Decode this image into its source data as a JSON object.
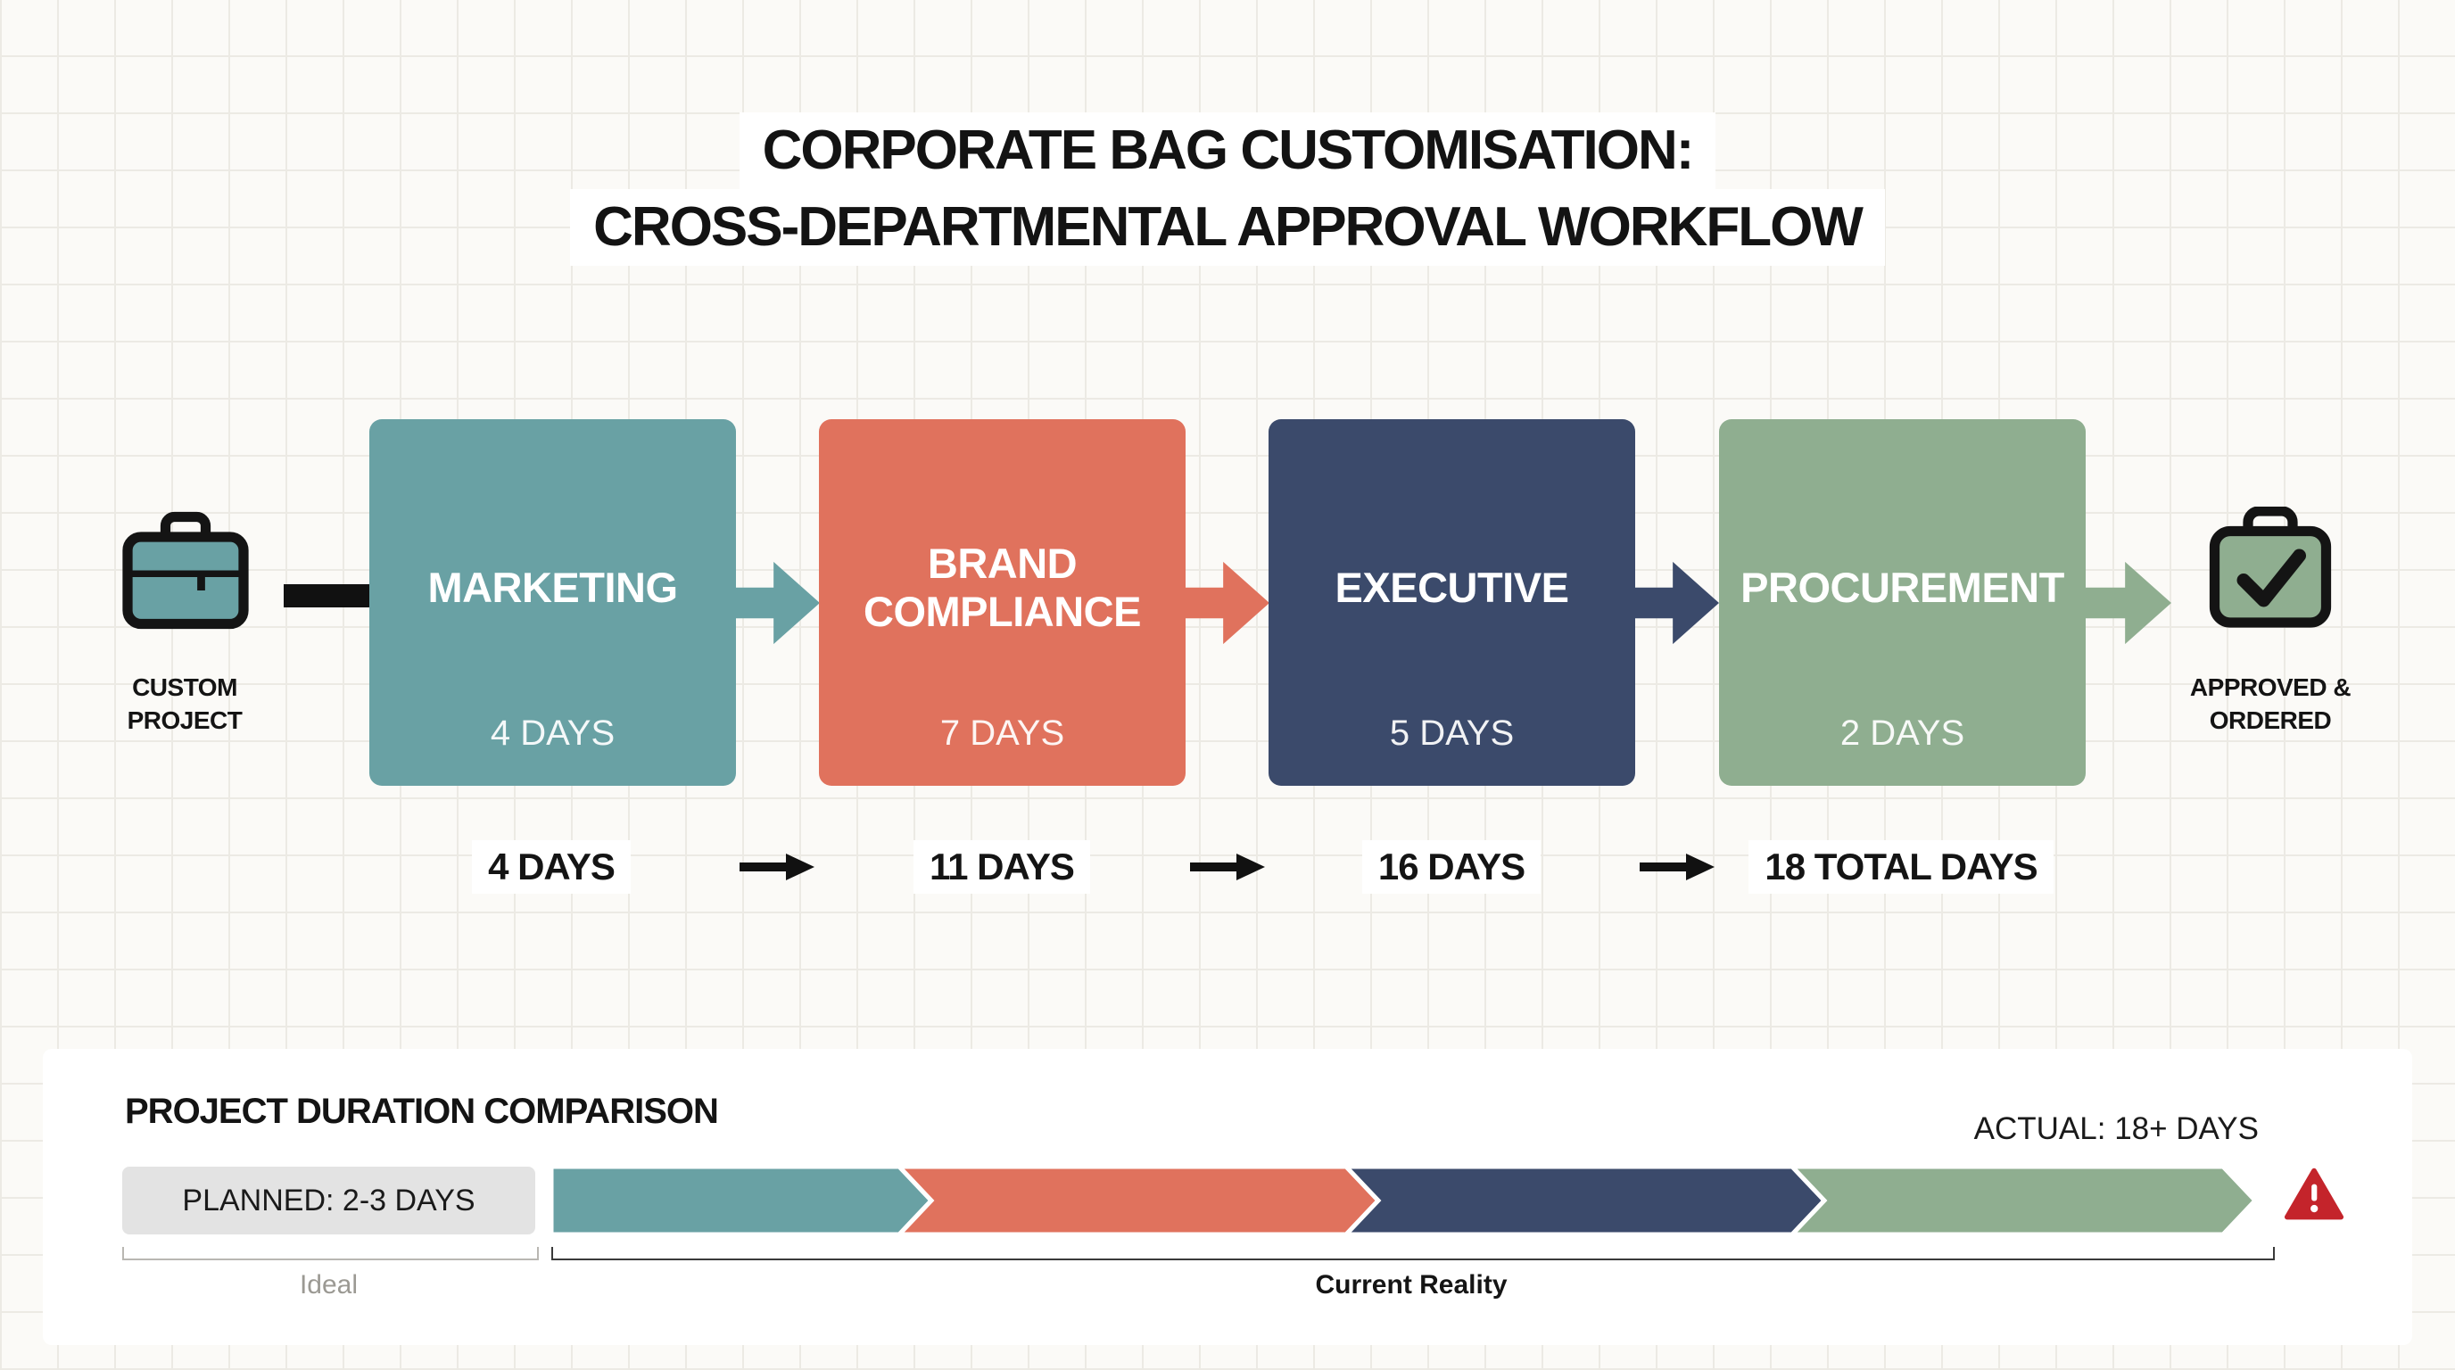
{
  "title": {
    "line1": "CORPORATE BAG CUSTOMISATION:",
    "line2": "CROSS-DEPARTMENTAL APPROVAL WORKFLOW"
  },
  "start": {
    "label": "CUSTOM PROJECT"
  },
  "end": {
    "label": "APPROVED & ORDERED"
  },
  "workflow": {
    "stages": [
      {
        "name": "MARKETING",
        "duration": "4 DAYS",
        "color": "#69a1a4"
      },
      {
        "name": "BRAND COMPLIANCE",
        "duration": "7 DAYS",
        "color": "#e0725d"
      },
      {
        "name": "EXECUTIVE",
        "duration": "5 DAYS",
        "color": "#3b4a6b"
      },
      {
        "name": "PROCUREMENT",
        "duration": "2 DAYS",
        "color": "#8fae90"
      }
    ]
  },
  "timeline": {
    "milestones": [
      {
        "label": "4 DAYS"
      },
      {
        "label": "11 DAYS"
      },
      {
        "label": "16 DAYS"
      },
      {
        "label": "18 TOTAL DAYS"
      }
    ]
  },
  "comparison": {
    "heading": "PROJECT DURATION COMPARISON",
    "planned_label": "PLANNED: 2-3 DAYS",
    "actual_label": "ACTUAL: 18+ DAYS",
    "ideal_caption": "Ideal",
    "reality_caption": "Current Reality",
    "segments": [
      {
        "name": "marketing",
        "color": "#69a1a4"
      },
      {
        "name": "brand-compliance",
        "color": "#e0725d"
      },
      {
        "name": "executive",
        "color": "#3b4a6b"
      },
      {
        "name": "procurement",
        "color": "#8fae90"
      }
    ]
  },
  "icons": {
    "start": "briefcase-icon",
    "end": "bag-check-icon",
    "alert": "warning-triangle-icon"
  },
  "colors": {
    "teal": "#69a1a4",
    "coral": "#e0725d",
    "navy": "#3b4a6b",
    "sage": "#8fae90",
    "alert_red": "#c4242b",
    "planned_gray": "#e3e3e3",
    "text": "#141414",
    "grid_line": "#eceae4",
    "background": "#fbfaf7"
  }
}
